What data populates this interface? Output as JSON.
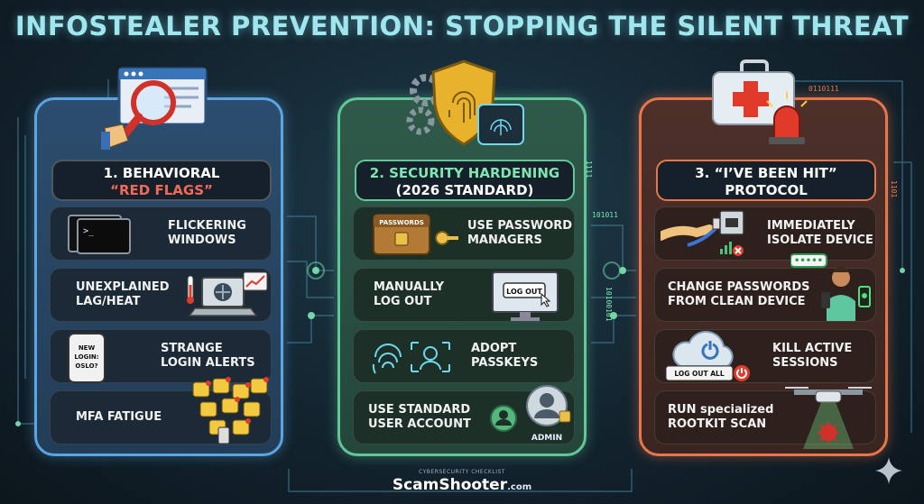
{
  "title": "INFOSTEALER PREVENTION: STOPPING THE SILENT THREAT",
  "colors": {
    "blue": "#5aa5e2",
    "green": "#62c798",
    "red": "#e8764a",
    "title": "#9fe6ee"
  },
  "binary_labels": [
    "0110111",
    "101011",
    "1101",
    "1111",
    "10100101"
  ],
  "panels": [
    {
      "header_line1": "1. BEHAVIORAL",
      "header_line2": "“RED FLAGS”",
      "hero_icon": "magnifier-browser-icon",
      "cards": [
        {
          "text": "FLICKERING\nWINDOWS",
          "icon": "terminal-windows-icon",
          "terminal_prompt": ">_"
        },
        {
          "text": "UNEXPLAINED\nLAG/HEAT",
          "icon": "hot-laptop-icon"
        },
        {
          "text": "STRANGE\nLOGIN ALERTS",
          "icon": "phone-alert-icon",
          "phone_text": "NEW LOGIN: OSLO?"
        },
        {
          "text": "MFA FATIGUE",
          "icon": "notification-bells-icon"
        }
      ]
    },
    {
      "header_line1": "2. SECURITY HARDENING",
      "header_line2": "(2026 STANDARD)",
      "hero_icon": "fingerprint-shield-icon",
      "cards": [
        {
          "text": "USE PASSWORD\nMANAGERS",
          "icon": "password-chest-icon",
          "chest_label": "PASSWORDS"
        },
        {
          "text": "MANUALLY\nLOG OUT",
          "icon": "logout-monitor-icon",
          "button_label": "LOG OUT"
        },
        {
          "text": "ADOPT\nPASSKEYS",
          "icon": "passkey-face-icon"
        },
        {
          "text": "USE STANDARD\nUSER ACCOUNT",
          "icon": "user-admin-icon",
          "admin_label": "ADMIN"
        }
      ]
    },
    {
      "header_line1": "3. “I’VE BEEN HIT”",
      "header_line2": "PROTOCOL",
      "hero_icon": "first-aid-alarm-icon",
      "cards": [
        {
          "text": "IMMEDIATELY\nISOLATE DEVICE",
          "icon": "unplug-ethernet-icon"
        },
        {
          "text": "CHANGE PASSWORDS\nFROM CLEAN DEVICE",
          "icon": "person-phone-icon",
          "bubble": "•••••"
        },
        {
          "text": "KILL ACTIVE\nSESSIONS",
          "icon": "cloud-logout-icon",
          "button_label": "LOG OUT ALL"
        },
        {
          "text": "RUN specialized\nROOTKIT SCAN",
          "icon": "drone-scan-icon"
        }
      ]
    }
  ],
  "footer": {
    "caption": "CYBERSECURITY CHECKLIST",
    "brand": "ScamShooter",
    "tld": ".com"
  }
}
